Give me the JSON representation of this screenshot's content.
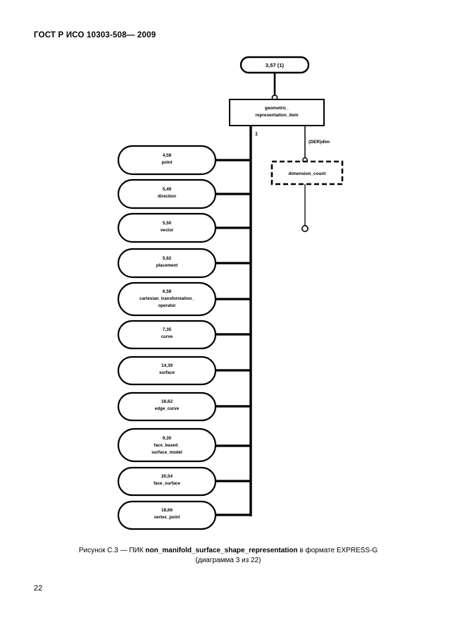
{
  "header": {
    "standard_title": "ГОСТ Р ИСО 10303-508— 2009"
  },
  "page": {
    "number": "22"
  },
  "caption": {
    "line1_prefix": "Рисунок С.3 — ПИК ",
    "line1_bold": "non_manifold_surface_shape_representation",
    "line1_suffix": " в формате EXPRESS-G",
    "line2": "(диаграмма 3 из 22)"
  },
  "diagram": {
    "type": "EXPRESS-G schema diagram",
    "page_reference": {
      "label": "3,57 (1)",
      "shape": "rounded-rectangle-page-reference"
    },
    "root_entity": {
      "label_line1": "geometric_",
      "label_line2": "representation_item",
      "shape": "rectangle-entity"
    },
    "root_cardinality": "1",
    "derived_attribute": {
      "label": "(DER)dim",
      "target_label": "dimension_count",
      "target_shape": "dashed-rectangle-defined-type"
    },
    "subtypes": [
      {
        "number": "4,58",
        "name_line1": "point",
        "name_line2": "",
        "name_line3": ""
      },
      {
        "number": "5,49",
        "name_line1": "direction",
        "name_line2": "",
        "name_line3": ""
      },
      {
        "number": "5,50",
        "name_line1": "vector",
        "name_line2": "",
        "name_line3": ""
      },
      {
        "number": "5,62",
        "name_line1": "placement",
        "name_line2": "",
        "name_line3": ""
      },
      {
        "number": "6,58",
        "name_line1": "cartesian_transformation_",
        "name_line2": "operator",
        "name_line3": ""
      },
      {
        "number": "7,35",
        "name_line1": "curve",
        "name_line2": "",
        "name_line3": ""
      },
      {
        "number": "14,39",
        "name_line1": "surface",
        "name_line2": "",
        "name_line3": ""
      },
      {
        "number": "18,62",
        "name_line1": "edge_curve",
        "name_line2": "",
        "name_line3": ""
      },
      {
        "number": "9,30",
        "name_line1": "face_based_",
        "name_line2": "surface_model",
        "name_line3": ""
      },
      {
        "number": "20,54",
        "name_line1": "face_surface",
        "name_line2": "",
        "name_line3": ""
      },
      {
        "number": "18,66",
        "name_line1": "vertex_point",
        "name_line2": "",
        "name_line3": ""
      }
    ]
  },
  "colors": {
    "ink": "#000000",
    "paper": "#ffffff"
  }
}
